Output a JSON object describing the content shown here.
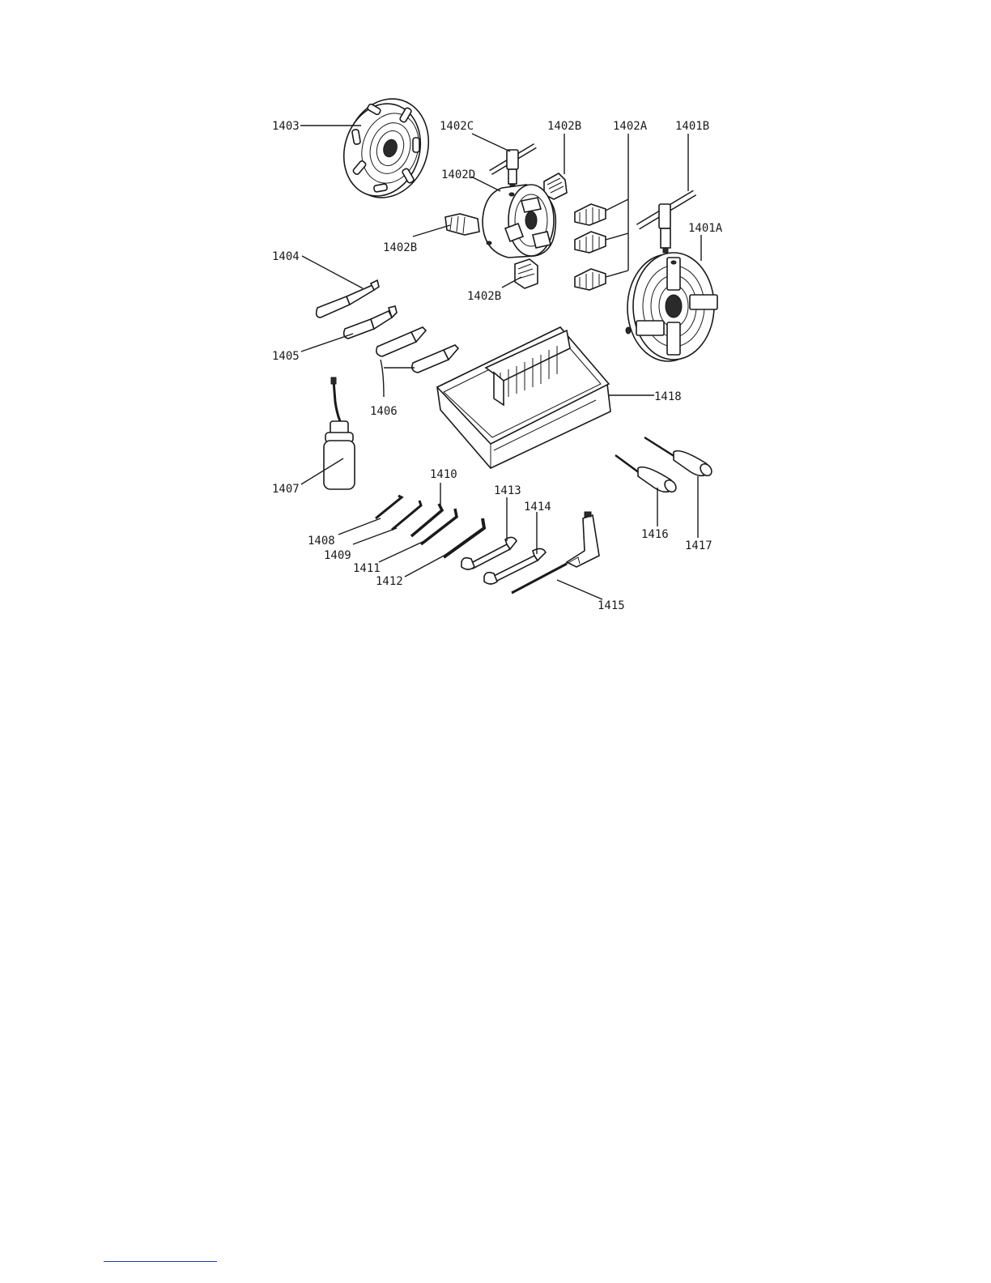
{
  "labels": {
    "l1403": "1403",
    "l1402C": "1402C",
    "l1402B_top": "1402B",
    "l1402A": "1402A",
    "l1401B": "1401B",
    "l1402D": "1402D",
    "l1401A": "1401A",
    "l1402B_left": "1402B",
    "l1404": "1404",
    "l1402B_bottom": "1402B",
    "l1405": "1405",
    "l1406": "1406",
    "l1418": "1418",
    "l1407": "1407",
    "l1410": "1410",
    "l1413": "1413",
    "l1414": "1414",
    "l1408": "1408",
    "l1409": "1409",
    "l1411": "1411",
    "l1412": "1412",
    "l1416": "1416",
    "l1417": "1417",
    "l1415": "1415"
  },
  "colors": {
    "ink": "#1a1a1a",
    "footer_rule": "#1f3f9f"
  }
}
